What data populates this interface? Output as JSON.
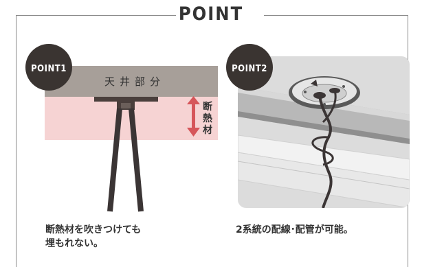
{
  "header": {
    "title": "POINT"
  },
  "point1": {
    "badge": "POINT1",
    "ceiling_label": "天井部分",
    "insulation_label_chars": [
      "断",
      "熱",
      "材"
    ],
    "caption": "断熱材を吹きつけても\n埋もれない。"
  },
  "point2": {
    "badge": "POINT2",
    "caption": "2系統の配線･配管が可能。"
  },
  "colors": {
    "badge": "#3a3431",
    "ceiling": "#a79f99",
    "insulation_zone": "#f6d3d3",
    "arrow": "#d6565a",
    "pipe": "#3b3535",
    "frame_line": "#8a8a8a"
  }
}
